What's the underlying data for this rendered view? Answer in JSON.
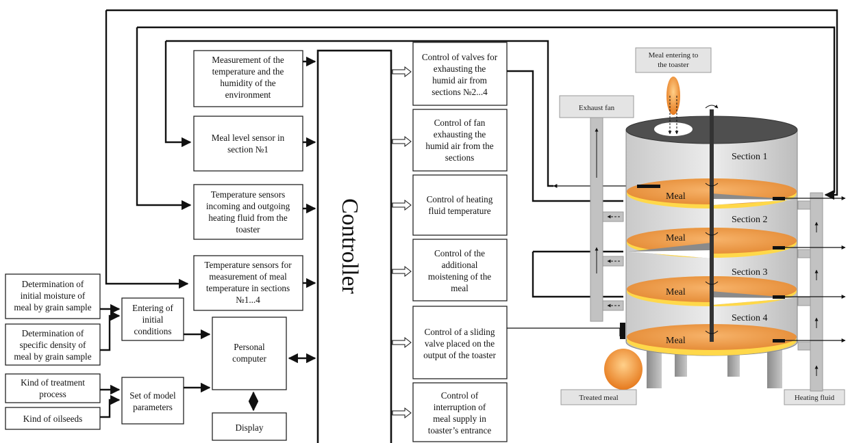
{
  "inputs": {
    "initial_moisture": [
      "Determination of",
      "initial moisture of",
      "meal by grain sample"
    ],
    "specific_density": [
      "Determination of",
      "specific density of",
      "meal by grain sample"
    ],
    "treatment_process": [
      "Kind of treatment",
      "process"
    ],
    "oilseeds": [
      "Kind of oilseeds"
    ]
  },
  "processing": {
    "initial_conditions": [
      "Entering of",
      "initial",
      "conditions"
    ],
    "model_parameters": [
      "Set of model",
      "parameters"
    ],
    "personal_computer": [
      "Personal",
      "computer"
    ],
    "display": [
      "Display"
    ]
  },
  "sensors": {
    "environment": [
      "Measurement of the",
      "temperature and the",
      "humidity of the",
      "environment"
    ],
    "meal_level": [
      "Meal level sensor in",
      "section №1"
    ],
    "heating_fluid_temp": [
      "Temperature sensors",
      "incoming and outgoing",
      "heating fluid from the",
      "toaster"
    ],
    "meal_temp": [
      "Temperature sensors for",
      "measurement of  meal",
      "temperature in sections",
      "№1...4"
    ]
  },
  "controller": {
    "label": "Controller"
  },
  "outputs": {
    "valves": [
      "Control of valves for",
      "exhausting  the",
      "humid air from",
      "sections №2...4"
    ],
    "fan": [
      "Control of  fan",
      "exhausting the",
      "humid air from the",
      "sections"
    ],
    "heating": [
      "Control of heating",
      "fluid temperature"
    ],
    "moistening": [
      "Control of the",
      "additional",
      "moistening of the",
      "meal"
    ],
    "sliding_valve": [
      "Control of a sliding",
      "valve placed on the",
      "output of the toaster"
    ],
    "supply_interruption": [
      "Control of",
      "interruption of",
      "meal supply in",
      "toaster’s entrance"
    ]
  },
  "toaster": {
    "meal_entering": [
      "Meal entering to",
      "the toaster"
    ],
    "exhaust_fan": "Exhaust fan",
    "treated_meal": "Treated meal",
    "heating_fluid": "Heating fluid",
    "sections": [
      "Section 1",
      "Section 2",
      "Section 3",
      "Section 4"
    ],
    "meal_label": "Meal"
  },
  "colors": {
    "meal_top": "#f0a050",
    "meal_glow": "#ffd23a",
    "vessel_body": "#d4d4d4",
    "lid": "#555555",
    "pipe": "#bcbcbc"
  }
}
